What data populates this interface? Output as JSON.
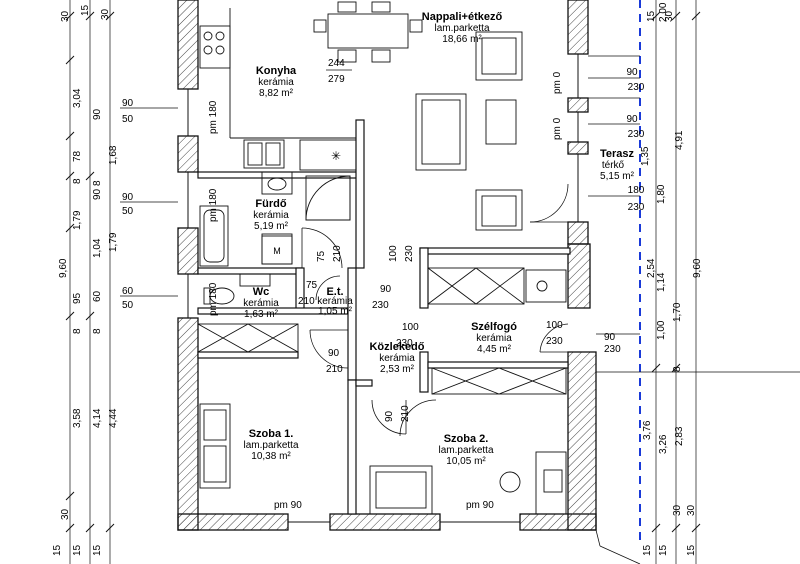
{
  "rooms": [
    {
      "name": "Konyha",
      "floor": "kerámia",
      "area": "8,82 m²"
    },
    {
      "name": "Nappali+étkező",
      "floor": "lam.parketta",
      "area": "18,66 m²"
    },
    {
      "name": "Fürdő",
      "floor": "kerámia",
      "area": "5,19 m²"
    },
    {
      "name": "Wc",
      "floor": "kerámia",
      "area": "1,63 m²"
    },
    {
      "name": "E.t.",
      "floor": "kerámia",
      "area": "1,05 m²"
    },
    {
      "name": "Közlekedő",
      "floor": "kerámia",
      "area": "2,53 m²"
    },
    {
      "name": "Szélfogó",
      "floor": "kerámia",
      "area": "4,45 m²"
    },
    {
      "name": "Terasz",
      "floor": "térkő",
      "area": "5,15 m²"
    },
    {
      "name": "Szoba 1.",
      "floor": "lam.parketta",
      "area": "10,38 m²"
    },
    {
      "name": "Szoba 2.",
      "floor": "lam.parketta",
      "area": "10,05 m²"
    }
  ],
  "openings": {
    "kitchen_door_w": "244",
    "kitchen_door_h": "279",
    "terrace_door1_w": "pm 0",
    "terrace_door1_h": "90",
    "terrace_door1_h2": "230",
    "terrace_door2_w": "pm 0",
    "terrace_door2_h": "90",
    "terrace_door2_h2": "230",
    "terrace_door3_a": "180",
    "terrace_door3_b": "230",
    "kitchen_window": "pm 180",
    "bath_window": "pm 180",
    "wc_window": "pm 180",
    "bath_door_a": "75",
    "bath_door_b": "210",
    "hall_door_a": "100",
    "hall_door_b": "230",
    "et_door_a": "75",
    "et_door_b": "210",
    "et_door_c": "90",
    "et_door_d": "230",
    "entry_int_a": "100",
    "entry_int_b": "230",
    "entry_ext_a": "100",
    "entry_ext_b": "230",
    "room1_door_a": "90",
    "room1_door_b": "210",
    "room2_door_a": "90",
    "room2_door_b": "210",
    "room1_window": "pm 90",
    "room2_window": "pm 90",
    "fridge_label": "M"
  },
  "left_dims": {
    "col1": [
      "30",
      "3,04",
      "90",
      "78",
      "8",
      "1,79",
      "95",
      "8",
      "3,58",
      "30",
      "15"
    ],
    "col2": [
      "15",
      "90",
      "1,68",
      "8",
      "1,04",
      "60",
      "8",
      "4,14",
      "15"
    ],
    "col3": [
      "30",
      "1,79",
      "4,44",
      "15"
    ],
    "col_total": "9,60",
    "tick_a": [
      "90",
      "50"
    ],
    "tick_b": [
      "90",
      "50"
    ],
    "tick_c": [
      "60",
      "50"
    ]
  },
  "right_dims": {
    "col1": [
      "15",
      "2,54",
      "1,14",
      "1,00",
      "3,76",
      "15"
    ],
    "col2": [
      "30",
      "1,35",
      "1,80",
      "1,70",
      "8",
      "3,26",
      "30",
      "15"
    ],
    "col3": [
      "2,00",
      "4,91",
      "9,60",
      "2,83",
      "30",
      "15"
    ],
    "tick_a": [
      "90",
      "230"
    ],
    "tick_b": [
      "90",
      "230"
    ],
    "tick_c": [
      "100",
      "230"
    ]
  }
}
